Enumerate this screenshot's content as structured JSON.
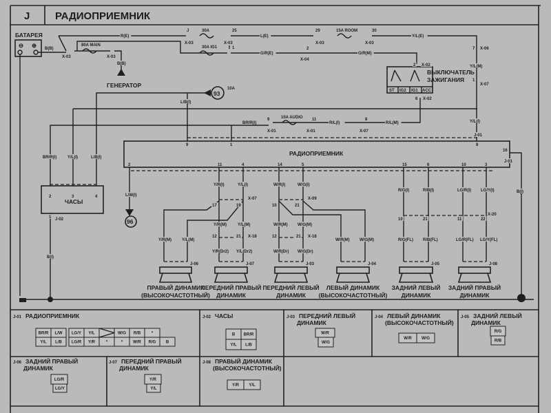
{
  "header": {
    "section": "J",
    "title": "РАДИОПРИЕМНИК"
  },
  "components": {
    "battery": "БАТАРЕЯ",
    "battery_minus": "⊖",
    "battery_plus": "⊕",
    "generator": "ГЕНЕРАТОР",
    "ignition_switch": [
      "ВЫКЛЮЧАТЕЛЬ",
      "ЗАЖИГАНИЯ"
    ],
    "ignition_positions": [
      "ST",
      "IG2",
      "IG1",
      "ACC"
    ],
    "radio": "РАДИОПРИЕМНИК",
    "clock": "ЧАСЫ",
    "ref_93": "93",
    "ref_93_fuse": "10A",
    "ref_96": "96",
    "speakers": [
      [
        "ПРАВЫЙ ДИНАМИК",
        "(ВЫСОКОЧАСТОТНЫЙ)"
      ],
      [
        "ПЕРЕДНИЙ ПРАВЫЙ",
        "ДИНАМИК"
      ],
      [
        "ПЕРЕДНИЙ ЛЕВЫЙ",
        "ДИНАМИК"
      ],
      [
        "ЛЕВЫЙ ДИНАМИК",
        "(ВЫСОКОЧАСТОТНЫЙ)"
      ],
      [
        "ЗАДНИЙ ЛЕВЫЙ",
        "ДИНАМИК"
      ],
      [
        "ЗАДНИЙ ПРАВЫЙ",
        "ДИНАМИК"
      ]
    ]
  },
  "fuses": [
    "30A",
    "15A ROOM",
    "80A MAIN",
    "30A IG1",
    "10A AUDIO"
  ],
  "wire_labels": [
    "R(E)",
    "L(E)",
    "Y/L(E)",
    "B(B)",
    "B(B)",
    "G/R(E)",
    "G/R(M)",
    "Y/L(M)",
    "L/B(I)",
    "BR/R(I)",
    "R/L(I)",
    "R/L(M)",
    "Y/L(I)",
    "BR/R(I)",
    "Y/L(I)",
    "L/B(I)",
    "L/W(I)",
    "B(I)",
    "B(I)",
    "Y/R(I)",
    "Y/L(I)",
    "W/R(I)",
    "W/G(I)",
    "R/G(I)",
    "R/B(I)",
    "LG/R(I)",
    "LG/Y(I)",
    "Y/R(M)",
    "Y/L(M)",
    "W/R(M)",
    "W/G(M)",
    "Y/R(M)",
    "Y/L(M)",
    "W/R(M)",
    "W/G(M)",
    "Y/R(Dr2)",
    "Y/L(Dr2)",
    "W/R(Dr)",
    "W/G(Dr)",
    "R/G(FL)",
    "R/B(FL)",
    "LG/R(FL)",
    "LG/Y(FL)"
  ],
  "connector_ids": [
    "X-03",
    "X-03",
    "X-03",
    "X-03",
    "X-03",
    "X-03",
    "X-04",
    "X-02",
    "X-02",
    "X-06",
    "X-07",
    "X-01",
    "X-01",
    "X-07",
    "J-01",
    "J-02",
    "J-01",
    "X-07",
    "X-09",
    "X-18",
    "X-18",
    "X-20",
    "J-06",
    "J-07",
    "J-03",
    "J-04",
    "J-05",
    "J-08"
  ],
  "pin_numbers": [
    "J",
    "25",
    "29",
    "30",
    "1",
    "2",
    "2",
    "6",
    "7",
    "1",
    "9",
    "11",
    "8",
    "9",
    "1",
    "8",
    "16",
    "2",
    "11",
    "4",
    "14",
    "5",
    "15",
    "6",
    "10",
    "3",
    "2",
    "3",
    "4",
    "1",
    "17",
    "19",
    "10",
    "21",
    "12",
    "21",
    "12",
    "21",
    "10",
    "21",
    "11",
    "22"
  ],
  "connector_table": {
    "j01": {
      "id": "J-01",
      "name": "РАДИОПРИЕМНИК",
      "top": [
        "BR/R",
        "L/W",
        "LG/Y",
        "Y/L",
        "",
        "W/G",
        "R/B",
        "*"
      ],
      "bottom": [
        "Y/L",
        "L/B",
        "LG/R",
        "Y/R",
        "*",
        "*",
        "W/R",
        "R/G",
        "B"
      ]
    },
    "j02": {
      "id": "J-02",
      "name": "ЧАСЫ",
      "cells": [
        "B",
        "BR/R",
        "Y/L",
        "L/B"
      ]
    },
    "j03": {
      "id": "J-03",
      "name": [
        "ПЕРЕДНИЙ ЛЕВЫЙ",
        "ДИНАМИК"
      ],
      "cells": [
        "W/R",
        "W/G"
      ]
    },
    "j04": {
      "id": "J-04",
      "name": [
        "ЛЕВЫЙ ДИНАМИК",
        "(ВЫСОКОЧАСТОТНЫЙ)"
      ],
      "cells": [
        "W/R",
        "W/G"
      ]
    },
    "j05": {
      "id": "J-05",
      "name": [
        "ЗАДНИЙ ЛЕВЫЙ",
        "ДИНАМИК"
      ],
      "cells": [
        "R/G",
        "R/B"
      ]
    },
    "j06": {
      "id": "J-06",
      "name": [
        "ЗАДНИЙ ПРАВЫЙ",
        "ДИНАМИК"
      ],
      "cells": [
        "LG/R",
        "LG/Y"
      ]
    },
    "j07": {
      "id": "J-07",
      "name": [
        "ПЕРЕДНИЙ ПРАВЫЙ",
        "ДИНАМИК"
      ],
      "cells": [
        "Y/R",
        "Y/L"
      ]
    },
    "j08": {
      "id": "J-08",
      "name": [
        "ПРАВЫЙ ДИНАМИК",
        "(ВЫСОКОЧАСТОТНЫЙ)"
      ],
      "cells": [
        "Y/R",
        "Y/L"
      ]
    }
  },
  "colors": {
    "paper": "#b9bbb8",
    "ink": "#1f1f1f"
  }
}
